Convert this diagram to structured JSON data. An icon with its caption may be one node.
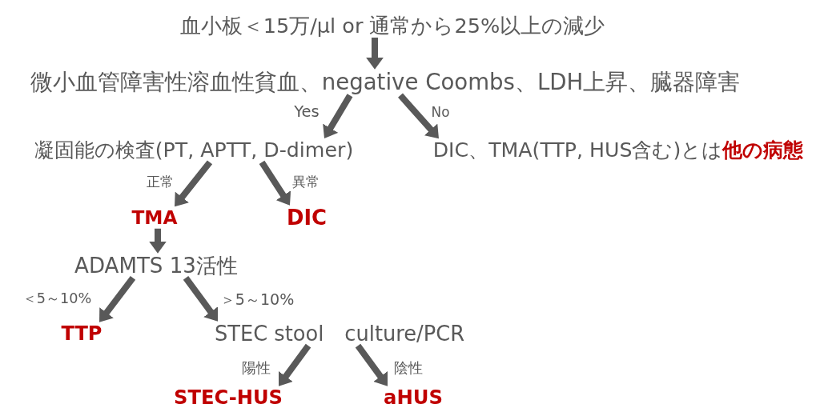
{
  "diagram": {
    "nodes": [
      {
        "text": [
          "血小板＜15万/μl or 通常から25%以上の減少"
        ]
      },
      {
        "text": [
          "微小血管障害性溶血性貧血、negative Coombs、LDH上昇、臓器障害"
        ]
      },
      {
        "text": [
          "凝固能の検査(PT, APTT, D-dimer)"
        ]
      },
      {
        "text": [
          "DIC、TMA(TTP, HUS含む)とは**他の病態**"
        ]
      },
      {
        "text": [
          "TMA"
        ]
      },
      {
        "text": [
          "DIC"
        ]
      },
      {
        "text": [
          "ADAMTS 13活性"
        ]
      },
      {
        "text": [
          "TTP"
        ]
      },
      {
        "text": [
          "STEC stool　culture/PCR"
        ]
      },
      {
        "text": [
          "STEC-HUS"
        ]
      },
      {
        "text": [
          "aHUS"
        ]
      }
    ],
    "edges": [
      {
        "from": 0,
        "to": 1,
        "arrow": "to"
      },
      {
        "from": 1,
        "to": 2,
        "arrow": "to",
        "label": "Yes"
      },
      {
        "from": 1,
        "to": 3,
        "arrow": "to",
        "label": "No"
      },
      {
        "from": 2,
        "to": 4,
        "arrow": "to",
        "label": "正常"
      },
      {
        "from": 2,
        "to": 5,
        "arrow": "to",
        "label": "異常"
      },
      {
        "from": 4,
        "to": 6,
        "arrow": "to"
      },
      {
        "from": 6,
        "to": 7,
        "arrow": "to",
        "label": "＜5～10%"
      },
      {
        "from": 6,
        "to": 8,
        "arrow": "to",
        "label": "＞5～10%"
      },
      {
        "from": 8,
        "to": 9,
        "arrow": "to",
        "label": "陽性"
      },
      {
        "from": 8,
        "to": 10,
        "arrow": "to",
        "label": "陰性"
      }
    ]
  }
}
